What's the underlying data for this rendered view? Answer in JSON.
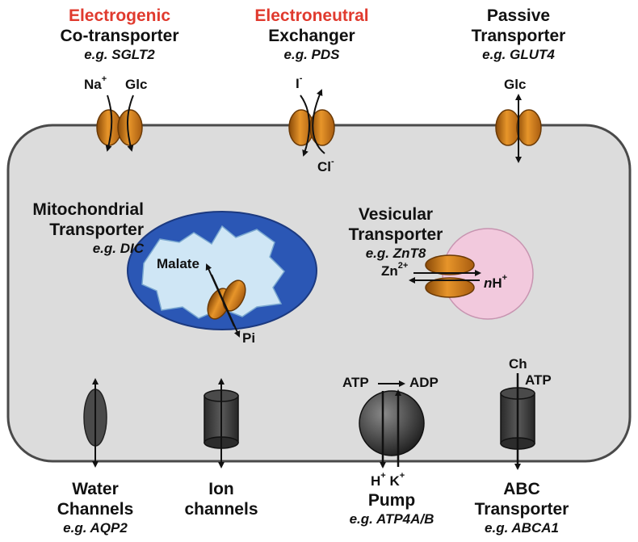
{
  "colors": {
    "cell_fill": "#dcdcdc",
    "cell_stroke": "#4a4a4a",
    "transporter_orange": "#d9821e",
    "mito_outer": "#2b57b5",
    "mito_inner": "#cfe6f5",
    "vesicle": "#f2c9dd",
    "highlight_red": "#e03a2e",
    "dark_grey": "#3b3b3b"
  },
  "top": {
    "electrogenic": {
      "tag": "Electrogenic",
      "name": "Co-transporter",
      "example": "e.g. SGLT2",
      "sub_na": "Na",
      "sub_na_charge": "+",
      "sub_glc": "Glc"
    },
    "electroneutral": {
      "tag": "Electroneutral",
      "name": "Exchanger",
      "example": "e.g. PDS",
      "sub_i": "I",
      "sub_i_charge": "-",
      "sub_cl": "Cl",
      "sub_cl_charge": "-"
    },
    "passive": {
      "line1": "Passive",
      "line2": "Transporter",
      "example": "e.g. GLUT4",
      "sub_glc": "Glc"
    }
  },
  "middle": {
    "mito": {
      "line1": "Mitochondrial",
      "line2": "Transporter",
      "example": "e.g. DIC",
      "sub_malate": "Malate",
      "sub_pi": "Pi"
    },
    "vesicular": {
      "line1": "Vesicular",
      "line2": "Transporter",
      "example": "e.g. ZnT8",
      "sub_zn": "Zn",
      "sub_zn_charge": "2+",
      "sub_n": "n",
      "sub_h": "H",
      "sub_h_charge": "+"
    }
  },
  "bottom": {
    "water": {
      "line1": "Water",
      "line2": "Channels",
      "example": "e.g. AQP2"
    },
    "ion": {
      "line1": "Ion",
      "line2": "channels"
    },
    "pump": {
      "atp": "ATP",
      "adp": "ADP",
      "h": "H",
      "h_charge": "+",
      "k": "K",
      "k_charge": "+",
      "line1": "Pump",
      "example": "e.g. ATP4A/B"
    },
    "abc": {
      "ch": "Ch",
      "atp": "ATP",
      "line1": "ABC",
      "line2": "Transporter",
      "example": "e.g. ABCA1"
    }
  }
}
